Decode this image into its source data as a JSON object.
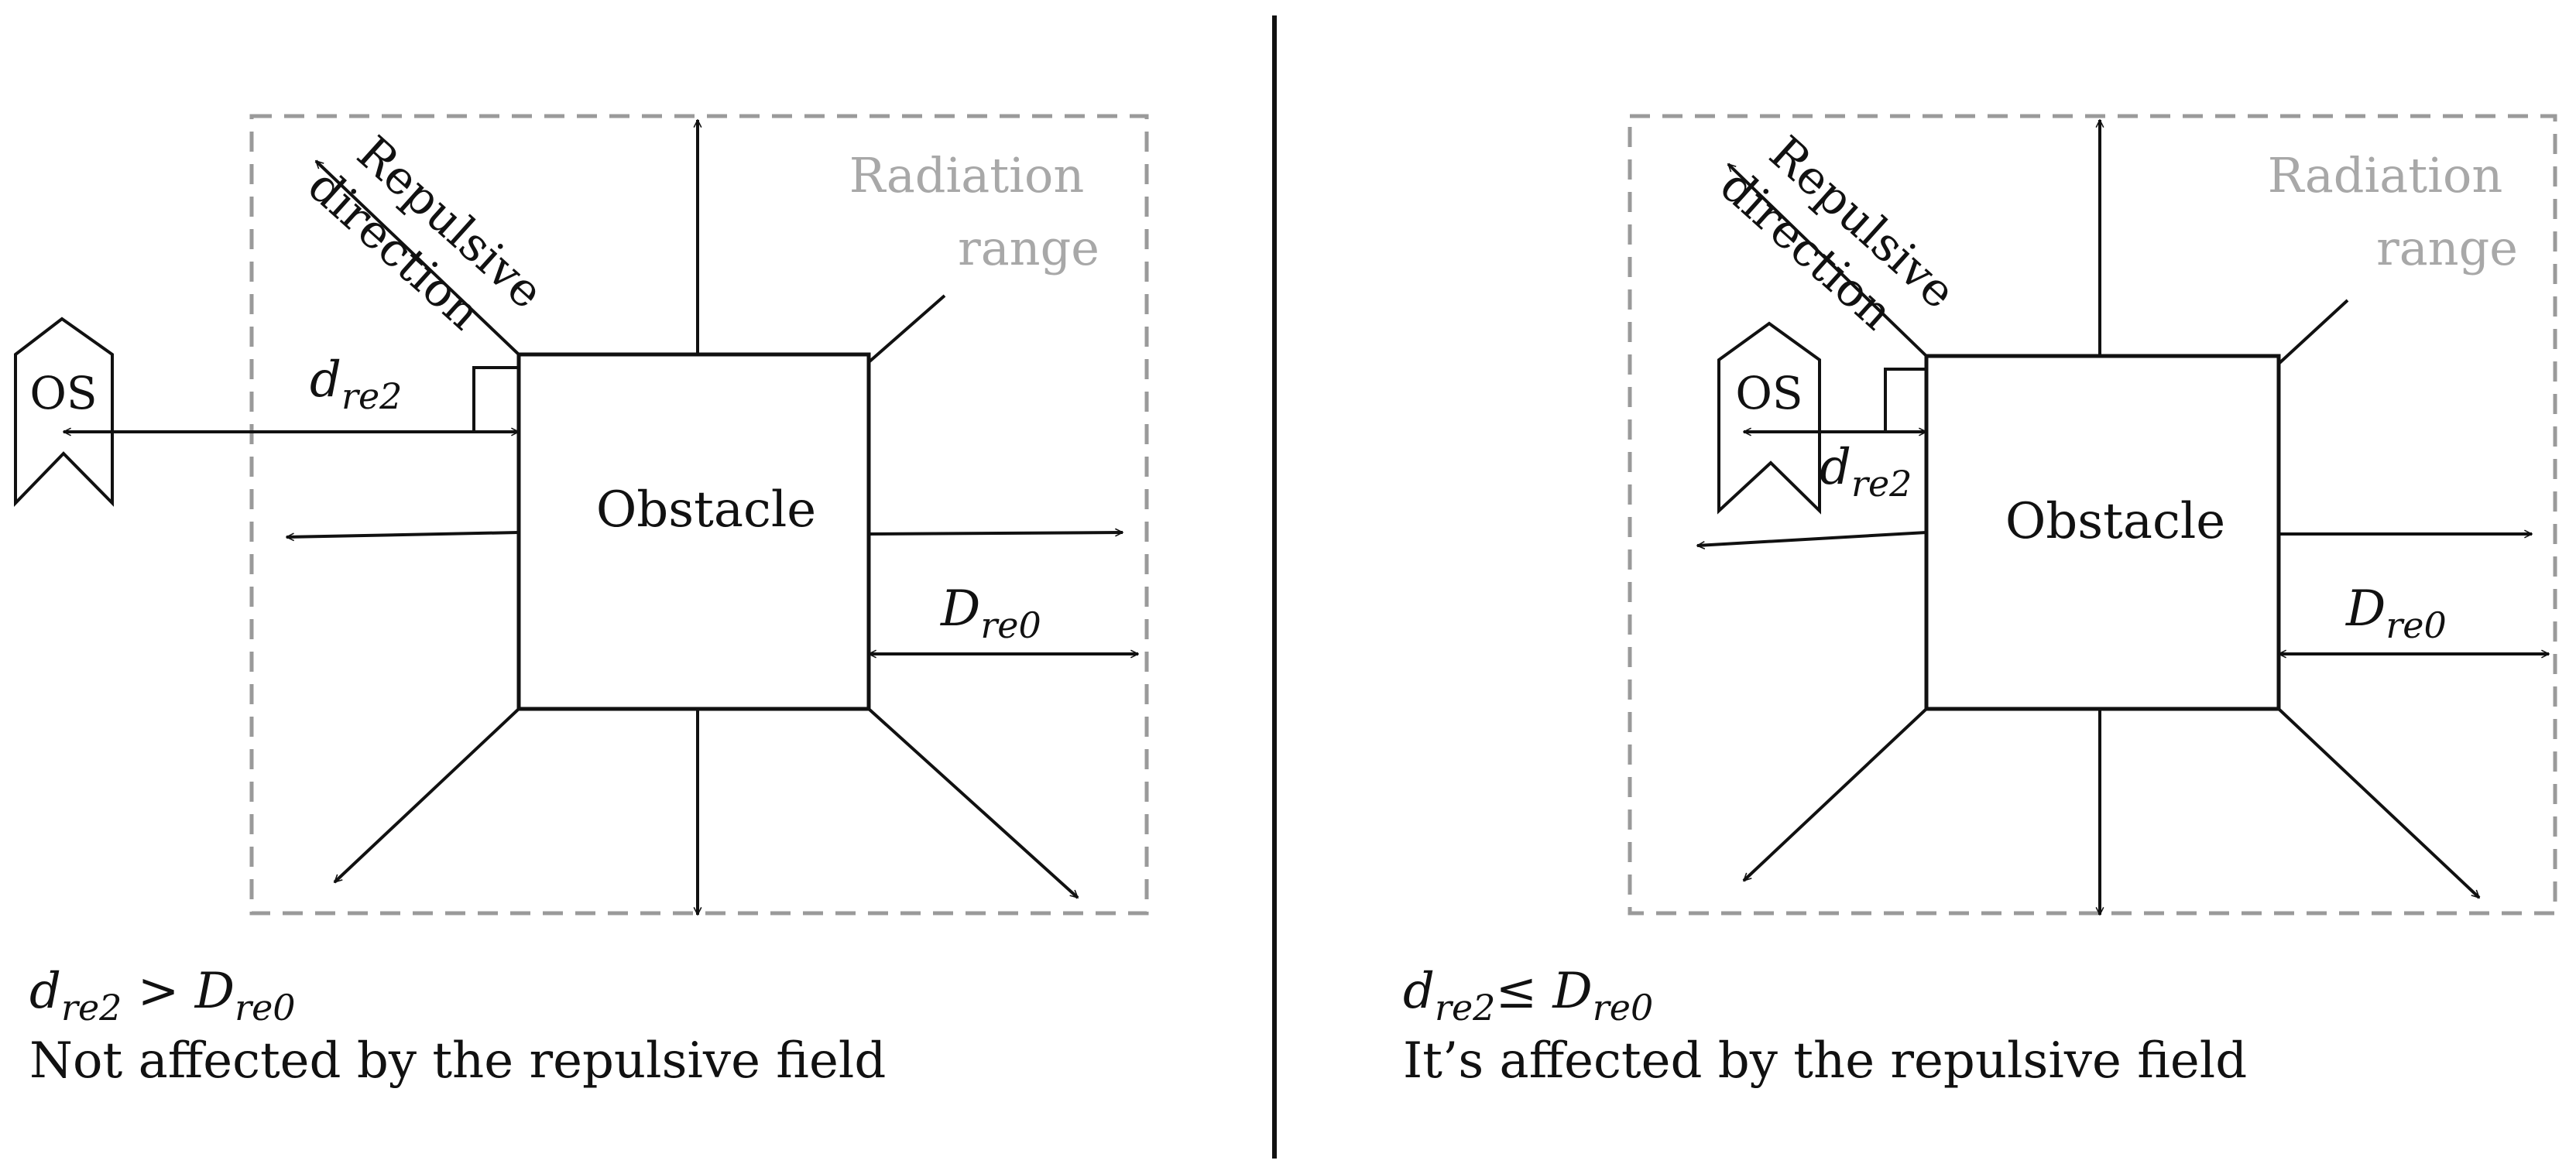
{
  "panels": [
    {
      "id": "left",
      "obstacle_label": "Obstacle",
      "os_label": "OS",
      "radiation_label": [
        "Radiation",
        "range"
      ],
      "repulsive_label": [
        "Repulsive",
        "direction"
      ],
      "distance_label": {
        "base": "d",
        "sub": "re2"
      },
      "range_label": {
        "base": "D",
        "sub": "re0"
      },
      "condition": {
        "lhs_base": "d",
        "lhs_sub": "re2",
        "relation": " > ",
        "rhs_base": "D",
        "rhs_sub": "re0"
      },
      "caption": "Not affected by the repulsive field"
    },
    {
      "id": "right",
      "obstacle_label": "Obstacle",
      "os_label": "OS",
      "radiation_label": [
        "Radiation",
        "range"
      ],
      "repulsive_label": [
        "Repulsive",
        "direction"
      ],
      "distance_label": {
        "base": "d",
        "sub": "re2"
      },
      "range_label": {
        "base": "D",
        "sub": "re0"
      },
      "condition": {
        "lhs_base": "d",
        "lhs_sub": "re2",
        "relation": "≤ ",
        "rhs_base": "D",
        "rhs_sub": "re0"
      },
      "caption": "It’s affected by the repulsive field"
    }
  ],
  "colors": {
    "stroke": "#111111",
    "dashed_border": "#9a9a9a",
    "radiation_text": "#a8a8a8"
  }
}
